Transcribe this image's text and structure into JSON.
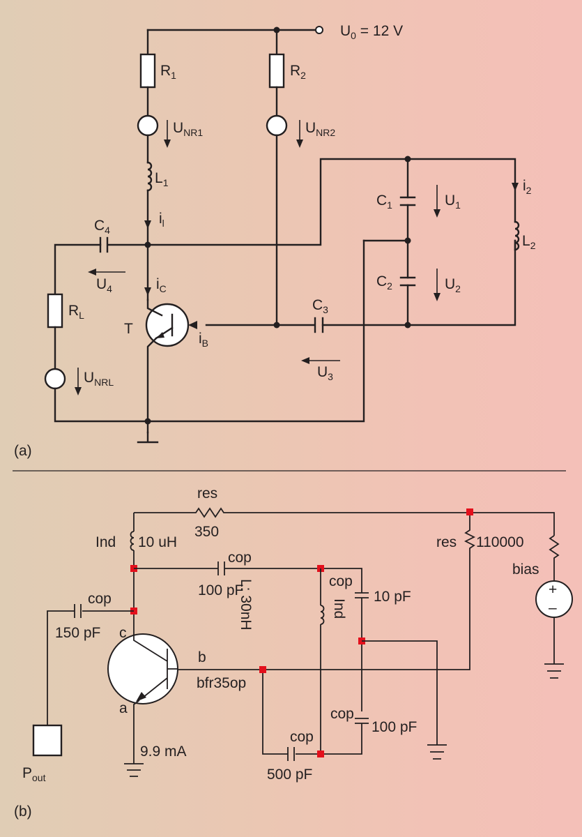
{
  "panel_a": {
    "panel_label": "(a)",
    "supply": {
      "symbol": "U",
      "subscript": "0",
      "value": " = 12 V"
    },
    "r1": {
      "symbol": "R",
      "subscript": "1"
    },
    "r2": {
      "symbol": "R",
      "subscript": "2"
    },
    "rl": {
      "symbol": "R",
      "subscript": "L"
    },
    "unr1": {
      "symbol": "U",
      "subscript": "NR1"
    },
    "unr2": {
      "symbol": "U",
      "subscript": "NR2"
    },
    "unrl": {
      "symbol": "U",
      "subscript": "NRL"
    },
    "l1": {
      "symbol": "L",
      "subscript": "1"
    },
    "l2": {
      "symbol": "L",
      "subscript": "2"
    },
    "c1": {
      "symbol": "C",
      "subscript": "1"
    },
    "c2": {
      "symbol": "C",
      "subscript": "2"
    },
    "c3": {
      "symbol": "C",
      "subscript": "3"
    },
    "c4": {
      "symbol": "C",
      "subscript": "4"
    },
    "u1": {
      "symbol": "U",
      "subscript": "1"
    },
    "u2": {
      "symbol": "U",
      "subscript": "2"
    },
    "u3": {
      "symbol": "U",
      "subscript": "3"
    },
    "u4": {
      "symbol": "U",
      "subscript": "4"
    },
    "il": {
      "symbol": "i",
      "subscript": "l"
    },
    "i2": {
      "symbol": "i",
      "subscript": "2"
    },
    "ic": {
      "symbol": "i",
      "subscript": "C"
    },
    "ib": {
      "symbol": "i",
      "subscript": "B"
    },
    "transistor": "T"
  },
  "panel_b": {
    "panel_label": "(b)",
    "res_top": {
      "name": "res",
      "value": "350"
    },
    "res_bias": {
      "name": "res",
      "value": "110000"
    },
    "ind_top": {
      "name": "Ind",
      "value": "10 uH"
    },
    "ind_tank": {
      "name": "Ind",
      "value": "L: 30nH"
    },
    "cap_feedback": {
      "name": "cop",
      "value": "100 pF"
    },
    "cap_out": {
      "name": "cop",
      "value": "150 pF"
    },
    "cap_c1": {
      "name": "cop",
      "value": "10 pF"
    },
    "cap_c2": {
      "name": "cop",
      "value": "100 pF"
    },
    "cap_base": {
      "name": "cop",
      "value": "500 pF"
    },
    "source": "bias",
    "source_plus": "+",
    "source_minus": "–",
    "transistor": {
      "c": "c",
      "b": "b",
      "a": "a",
      "model": "bfr35op"
    },
    "current": "9.9 mA",
    "output": {
      "symbol": "P",
      "subscript": "out"
    }
  }
}
